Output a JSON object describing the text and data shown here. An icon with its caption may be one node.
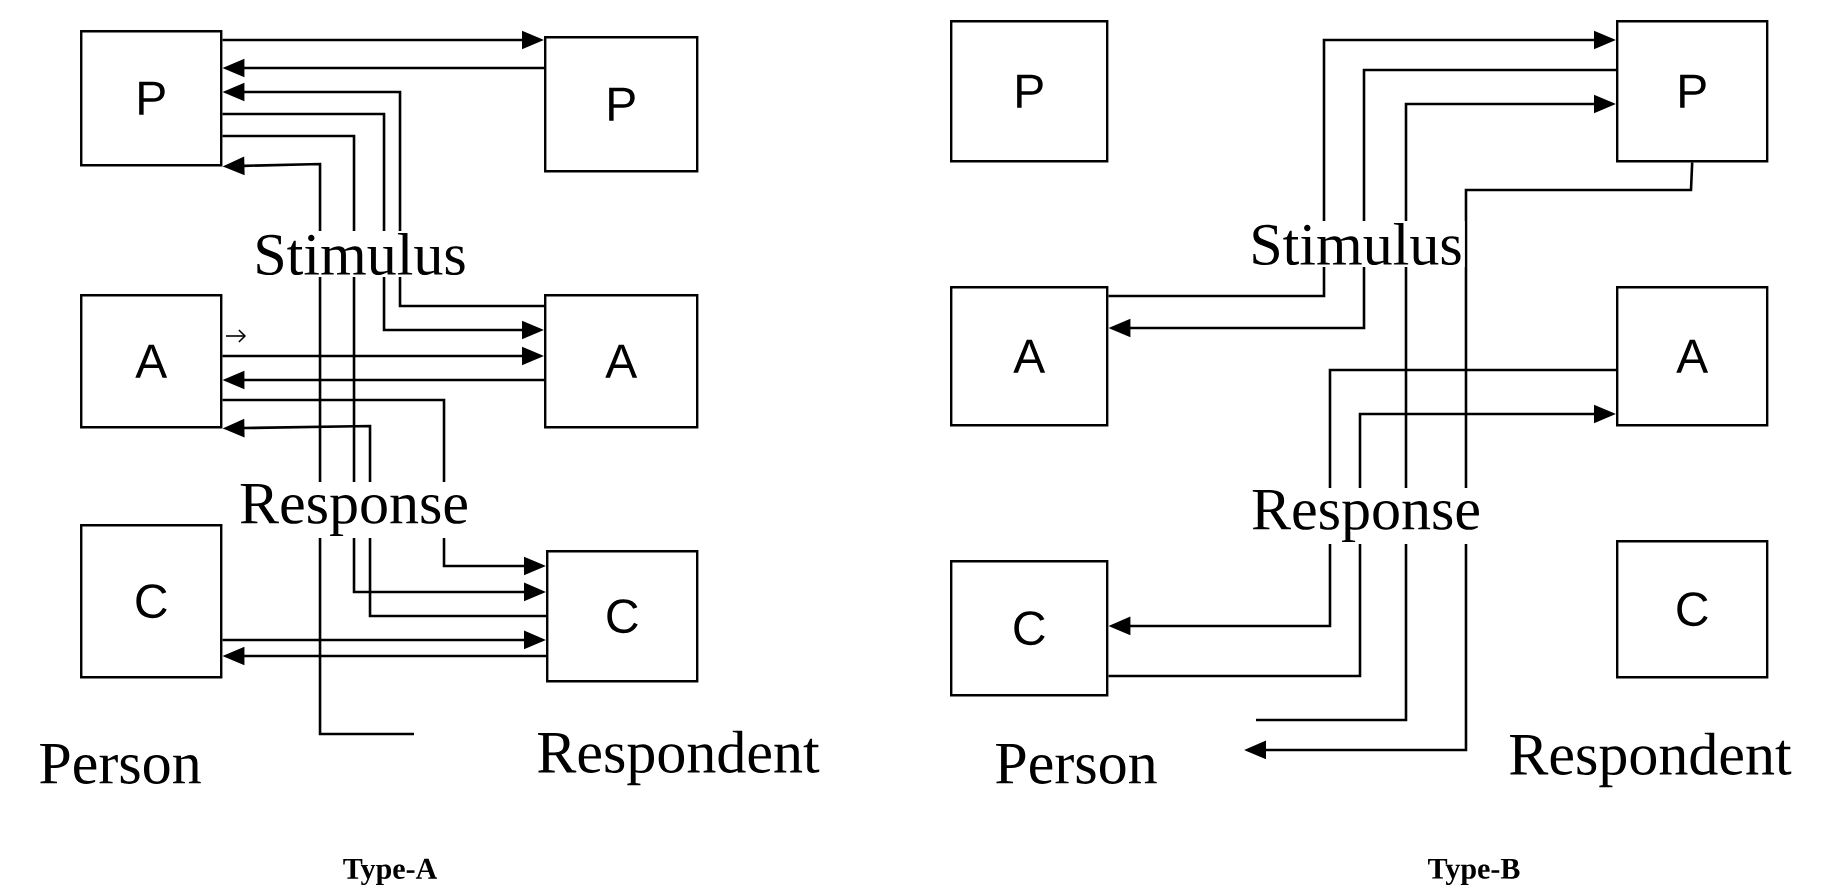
{
  "diagram": {
    "nodes": [
      {
        "text": [
          "P"
        ]
      },
      {
        "text": [
          "P"
        ]
      },
      {
        "text": [
          "A"
        ]
      },
      {
        "text": [
          "A"
        ]
      },
      {
        "text": [
          "C"
        ]
      },
      {
        "text": [
          "C"
        ]
      },
      {
        "text": [
          "P"
        ]
      },
      {
        "text": [
          "P"
        ]
      },
      {
        "text": [
          "A"
        ]
      },
      {
        "text": [
          "A"
        ]
      },
      {
        "text": [
          "C"
        ]
      },
      {
        "text": [
          "C"
        ]
      }
    ],
    "edges": [
      {
        "from": 0,
        "to": 1,
        "arrow": "to"
      },
      {
        "from": 1,
        "to": 0,
        "arrow": "to"
      },
      {
        "from": 3,
        "to": 0,
        "arrow": "to"
      },
      {
        "from": 0,
        "to": 3,
        "arrow": "to"
      },
      {
        "from": 2,
        "to": 3,
        "arrow": "to"
      },
      {
        "from": 3,
        "to": 2,
        "arrow": "to"
      },
      {
        "from": 0,
        "to": 5,
        "arrow": "to"
      },
      {
        "from": 2,
        "to": 5,
        "arrow": "to"
      },
      {
        "from": 4,
        "to": 5,
        "arrow": "to"
      },
      {
        "from": 5,
        "to": 4,
        "arrow": "to"
      },
      {
        "from": null,
        "to": 0,
        "arrow": "to"
      },
      {
        "from": 5,
        "to": 2,
        "arrow": "to"
      },
      {
        "from": 8,
        "to": 7,
        "arrow": "to"
      },
      {
        "from": 7,
        "to": 8,
        "arrow": "to"
      },
      {
        "from": null,
        "to": 7,
        "arrow": "to"
      },
      {
        "from": 7,
        "to": null,
        "arrow": "to"
      },
      {
        "from": 9,
        "to": 10,
        "arrow": "to"
      },
      {
        "from": 10,
        "to": 9,
        "arrow": "to"
      }
    ],
    "labels": [
      "Stimulus",
      "Response",
      "Person",
      "Respondent",
      "Stimulus",
      "Response",
      "Person",
      "Respondent",
      "Type-A",
      "Type-B"
    ]
  }
}
